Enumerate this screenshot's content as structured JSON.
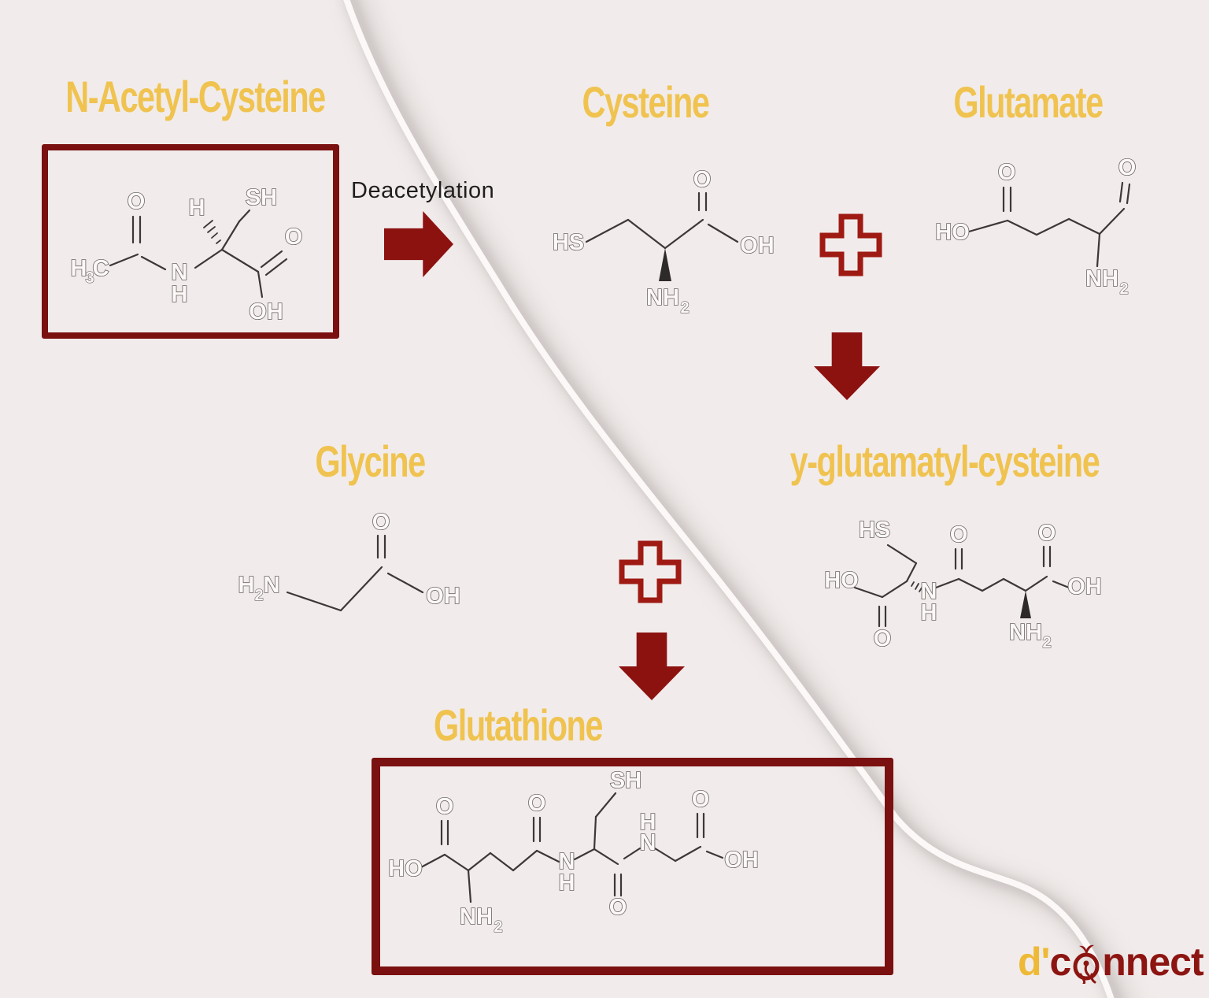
{
  "titles": {
    "nac": "N-Acetyl-Cysteine",
    "cysteine": "Cysteine",
    "glutamate": "Glutamate",
    "glycine": "Glycine",
    "ygc": "y-glutamatyl-cysteine",
    "glutathione": "Glutathione"
  },
  "process": {
    "deacetylation": "Deacetylation"
  },
  "molecules": {
    "nac": {
      "h": "H",
      "h_sub": "3",
      "c": "C",
      "o_acetyl": "O",
      "n": "N",
      "n_h": "H",
      "chiral_h": "H",
      "sh": "SH",
      "o_acid": "O",
      "oh": "OH"
    },
    "cysteine": {
      "hs": "HS",
      "o": "O",
      "oh": "OH",
      "nh": "NH",
      "nh_sub": "2"
    },
    "glutamate": {
      "ho": "HO",
      "o_acid": "O",
      "o_ald": "O",
      "nh": "NH",
      "nh_sub": "2"
    },
    "glycine": {
      "h": "H",
      "h_sub": "2",
      "n": "N",
      "o": "O",
      "oh": "OH"
    },
    "ygc": {
      "hs": "HS",
      "ho": "HO",
      "o_acid": "O",
      "n": "N",
      "n_h": "H",
      "o_amide": "O",
      "nh": "NH",
      "nh_sub": "2",
      "o_ald": "O",
      "oh": "OH"
    },
    "glutathione": {
      "ho": "HO",
      "o_acid_left": "O",
      "nh": "NH",
      "nh_sub": "2",
      "o_amide1": "O",
      "n1": "N",
      "n1_h": "H",
      "sh": "SH",
      "o_amide2": "O",
      "n2_h": "H",
      "n2": "N",
      "o_acid_right": "O",
      "oh": "OH"
    }
  },
  "logo": {
    "prefix": "d'",
    "c": "c",
    "rest": "nnect"
  },
  "palette": {
    "background": "#f1eceb",
    "title_yellow": "#f0c350",
    "box_red": "#7a1110",
    "arrow_red": "#8c1210",
    "plus_red": "#9e1a13",
    "bond_gray": "#3d3737",
    "label_fill": "#fbf8f7",
    "label_stroke": "#6b6462",
    "text_black": "#1f1d1d",
    "logo_red": "#8c1512",
    "logo_yellow": "#eeb936"
  }
}
